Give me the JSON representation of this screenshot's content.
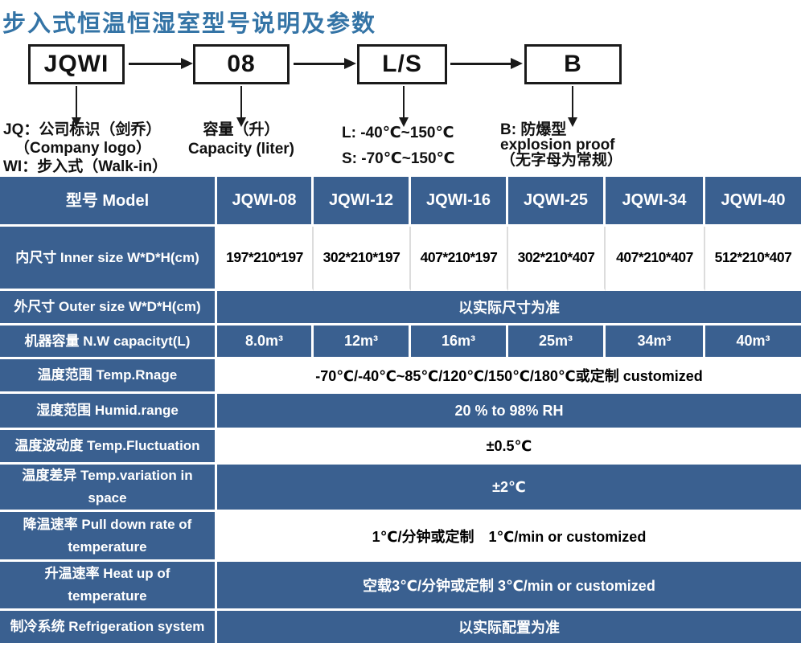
{
  "page_title": "步入式恒温恒湿室型号说明及参数",
  "colors": {
    "title_blue": "#3474a6",
    "table_blue": "#3a6090",
    "diagram_black": "#1a1a1a"
  },
  "model_code_diagram": {
    "boxes": [
      "JQWI",
      "08",
      "L/S",
      "B"
    ],
    "notes": [
      {
        "lines": [
          "JQ：公司标识（剑乔）",
          "（Company logo）",
          "WI：步入式（Walk-in）"
        ]
      },
      {
        "lines": [
          "容量（升）",
          "Capacity (liter)"
        ]
      },
      {
        "lines": [
          "L: -40℃~150℃",
          "S: -70℃~150℃"
        ]
      },
      {
        "lines": [
          "B: 防爆型",
          "explosion proof",
          "（无字母为常规）"
        ]
      }
    ]
  },
  "table": {
    "header": {
      "label": "型号 Model",
      "models": [
        "JQWI-08",
        "JQWI-12",
        "JQWI-16",
        "JQWI-25",
        "JQWI-34",
        "JQWI-40"
      ]
    },
    "rows": {
      "inner_size": {
        "label": "内尺寸 Inner size W*D*H(cm)",
        "values": [
          "197*210*197",
          "302*210*197",
          "407*210*197",
          "302*210*407",
          "407*210*407",
          "512*210*407"
        ]
      },
      "outer_size": {
        "label": "外尺寸 Outer size W*D*H(cm)",
        "value": "以实际尺寸为准"
      },
      "capacity": {
        "label": "机器容量 N.W capacityt(L)",
        "values": [
          "8.0m³",
          "12m³",
          "16m³",
          "25m³",
          "34m³",
          "40m³"
        ]
      },
      "temp_range": {
        "label": "温度范围 Temp.Rnage",
        "value": "-70℃/-40℃~85℃/120℃/150℃/180℃或定制 customized"
      },
      "humid_range": {
        "label": "湿度范围 Humid.range",
        "value": "20 % to 98% RH"
      },
      "temp_fluctuation": {
        "label": "温度波动度 Temp.Fluctuation",
        "value": "±0.5℃"
      },
      "temp_variation": {
        "label": "温度差异 Temp.variation in\nspace",
        "value": "±2℃"
      },
      "pull_down_rate": {
        "label": "降温速率 Pull down rate of\ntemperature",
        "value": "1℃/分钟或定制　1℃/min or customized"
      },
      "heat_up_rate": {
        "label": "升温速率 Heat up of\ntemperature",
        "value": "空载3℃/分钟或定制 3℃/min or customized"
      },
      "partial_bottom": {
        "label": "制冷系统 Refrigeration system",
        "value": "以实际配置为准"
      }
    }
  }
}
